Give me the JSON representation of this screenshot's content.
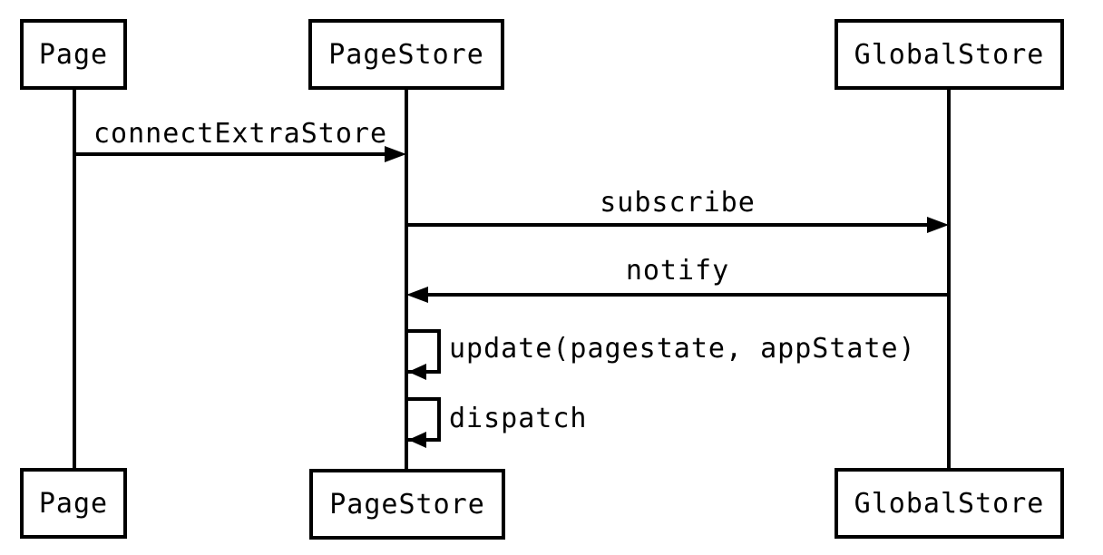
{
  "diagram": {
    "kind": "uml-sequence-diagram",
    "colors": {
      "line": "#000000",
      "text": "#000000",
      "background": "#ffffff"
    },
    "participants": [
      {
        "label": "Page"
      },
      {
        "label": "PageStore"
      },
      {
        "label": "GlobalStore"
      }
    ],
    "messages": [
      {
        "from": "Page",
        "to": "PageStore",
        "label": "connectExtraStore",
        "style": "solid-arrow"
      },
      {
        "from": "PageStore",
        "to": "GlobalStore",
        "label": "subscribe",
        "style": "solid-arrow"
      },
      {
        "from": "GlobalStore",
        "to": "PageStore",
        "label": "notify",
        "style": "solid-arrow"
      },
      {
        "from": "PageStore",
        "to": "PageStore",
        "label": "update(pagestate, appState)",
        "style": "self-arrow"
      },
      {
        "from": "PageStore",
        "to": "PageStore",
        "label": "dispatch",
        "style": "self-arrow"
      }
    ]
  }
}
